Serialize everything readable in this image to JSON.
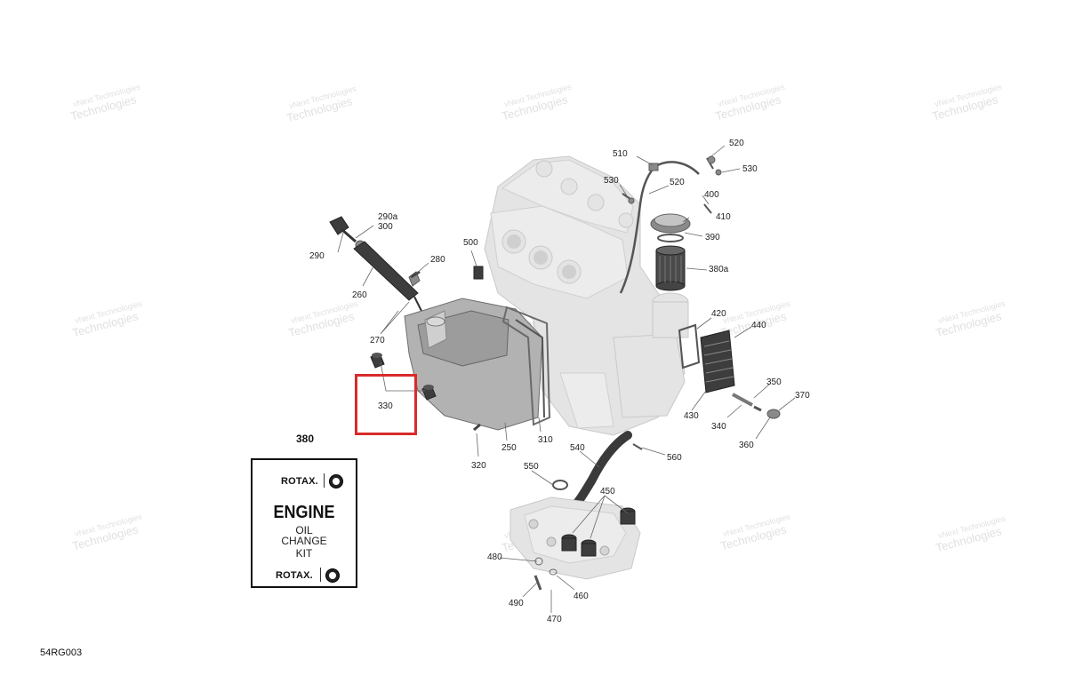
{
  "watermark": {
    "line1": "vNext Technologies",
    "line2": "Technologies"
  },
  "reference_code": "54RG003",
  "highlighted_part": "330",
  "kit": {
    "number": "380",
    "brand_top": "ROTAX.",
    "title": "ENGINE",
    "line2": "OIL",
    "line3": "CHANGE",
    "line4": "KIT",
    "brand_bottom": "ROTAX."
  },
  "callouts": [
    {
      "id": "c510",
      "label": "510"
    },
    {
      "id": "c520a",
      "label": "520"
    },
    {
      "id": "c530a",
      "label": "530"
    },
    {
      "id": "c530b",
      "label": "530"
    },
    {
      "id": "c520b",
      "label": "520"
    },
    {
      "id": "c400",
      "label": "400"
    },
    {
      "id": "c410",
      "label": "410"
    },
    {
      "id": "c390",
      "label": "390"
    },
    {
      "id": "c380a",
      "label": "380a"
    },
    {
      "id": "c290a",
      "label": "290a"
    },
    {
      "id": "c300",
      "label": "300"
    },
    {
      "id": "c290",
      "label": "290"
    },
    {
      "id": "c280",
      "label": "280"
    },
    {
      "id": "c500",
      "label": "500"
    },
    {
      "id": "c260",
      "label": "260"
    },
    {
      "id": "c270",
      "label": "270"
    },
    {
      "id": "c420",
      "label": "420"
    },
    {
      "id": "c440",
      "label": "440"
    },
    {
      "id": "c330",
      "label": "330"
    },
    {
      "id": "c350",
      "label": "350"
    },
    {
      "id": "c370",
      "label": "370"
    },
    {
      "id": "c430",
      "label": "430"
    },
    {
      "id": "c340",
      "label": "340"
    },
    {
      "id": "c360",
      "label": "360"
    },
    {
      "id": "c310",
      "label": "310"
    },
    {
      "id": "c250",
      "label": "250"
    },
    {
      "id": "c540",
      "label": "540"
    },
    {
      "id": "c560",
      "label": "560"
    },
    {
      "id": "c320",
      "label": "320"
    },
    {
      "id": "c550",
      "label": "550"
    },
    {
      "id": "c450",
      "label": "450"
    },
    {
      "id": "c480",
      "label": "480"
    },
    {
      "id": "c460",
      "label": "460"
    },
    {
      "id": "c490",
      "label": "490"
    },
    {
      "id": "c470",
      "label": "470"
    }
  ]
}
